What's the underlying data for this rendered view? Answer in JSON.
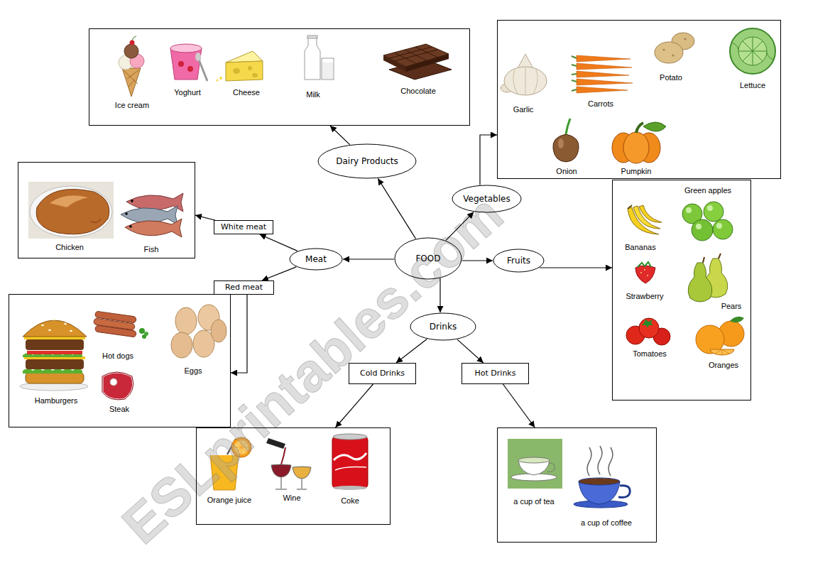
{
  "diagram": {
    "nodes": [
      {
        "text": [
          "Ice cream",
          "Yoghurt",
          "Cheese",
          "Milk",
          "Chocolate"
        ]
      },
      {
        "text": [
          "Garlic",
          "Carrots",
          "Potato",
          "Lettuce",
          "Onion",
          "Pumpkin"
        ]
      },
      {
        "text": [
          "Dairy Products"
        ]
      },
      {
        "text": [
          "Vegetables"
        ]
      },
      {
        "text": [
          "Chicken",
          "Fish"
        ]
      },
      {
        "text": [
          "White meat"
        ]
      },
      {
        "text": [
          "Meat"
        ]
      },
      {
        "text": [
          "FOOD"
        ]
      },
      {
        "text": [
          "Fruits"
        ]
      },
      {
        "text": [
          "Green apples",
          "Bananas",
          "Strawberry",
          "Pears",
          "Tomatoes",
          "Oranges"
        ]
      },
      {
        "text": [
          "Red meat"
        ]
      },
      {
        "text": [
          "Hamburgers",
          "Hot dogs",
          "Eggs",
          "Steak"
        ]
      },
      {
        "text": [
          "Drinks"
        ]
      },
      {
        "text": [
          "Cold Drinks"
        ]
      },
      {
        "text": [
          "Hot Drinks"
        ]
      },
      {
        "text": [
          "Orange juice",
          "Wine",
          "Coke"
        ]
      },
      {
        "text": [
          "a cup of tea",
          "a cup of coffee"
        ]
      }
    ],
    "edges": [
      {
        "from": 7,
        "to": 2,
        "arrow": "to"
      },
      {
        "from": 2,
        "to": 0,
        "arrow": "to"
      },
      {
        "from": 7,
        "to": 3,
        "arrow": "to"
      },
      {
        "from": 3,
        "to": 1,
        "arrow": "to"
      },
      {
        "from": 7,
        "to": 6,
        "arrow": "to"
      },
      {
        "from": 6,
        "to": 5,
        "arrow": "to"
      },
      {
        "from": 5,
        "to": 4,
        "arrow": "to"
      },
      {
        "from": 6,
        "to": 10,
        "arrow": "to"
      },
      {
        "from": 10,
        "to": 11,
        "arrow": "to"
      },
      {
        "from": 7,
        "to": 8,
        "arrow": "to"
      },
      {
        "from": 8,
        "to": 9,
        "arrow": "to"
      },
      {
        "from": 7,
        "to": 12,
        "arrow": "to"
      },
      {
        "from": 12,
        "to": 13,
        "arrow": "to"
      },
      {
        "from": 12,
        "to": 14,
        "arrow": "to"
      },
      {
        "from": 13,
        "to": 15,
        "arrow": "to"
      },
      {
        "from": 14,
        "to": 16,
        "arrow": "to"
      }
    ],
    "labels": [
      "ESLprintables.com"
    ]
  }
}
